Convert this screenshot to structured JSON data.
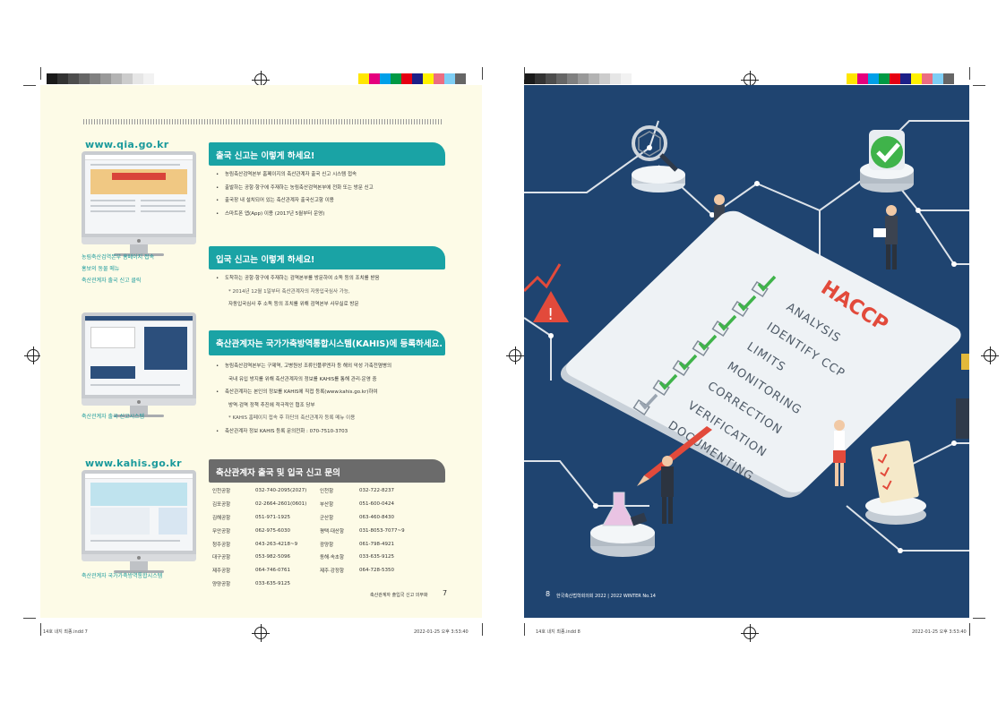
{
  "left_page": {
    "sites": {
      "qia_url": "www.qia.go.kr",
      "kahis_url": "www.kahis.go.kr"
    },
    "captions": {
      "qia": [
        "농림축산검역본부 홈페이지 접속",
        "홍보의 동물 메뉴",
        "축산관계자 출국 신고 클릭"
      ],
      "outbound_system": "축산관계자 출국 신고시스템",
      "kahis": "축산관계자 국가가축방역통합시스템"
    },
    "section1": {
      "title": "출국 신고는 이렇게 하세요!",
      "items": [
        "농림축산검역본부 홈페이지의 축산관계자 출국 신고 시스템 접속",
        "출발하는 공항·항구에 주재하는 농림축산검역본부에 전화 또는 방문 신고",
        "출국장 내 설치되어 있는 축산관계자 출국신고함 이용",
        "스마트폰 앱(App) 이용 (2017년 5월부터 운영)"
      ]
    },
    "section2": {
      "title": "입국 신고는 이렇게 하세요!",
      "item": "도착하는 공항·항구에 주재하는 검역본부를 방문하여 소독 등의 조치를 받음",
      "note": "* 2014년 12월 1일부터 축산관계자의 자동입국심사 가능,",
      "note_cont": "자동입국심사 후 소독 등의 조치를 위해 검역본부 사무실로 방문"
    },
    "section3": {
      "title": "축산관계자는 국가가축방역통합시스템(KAHIS)에 등록하세요.",
      "item1": "농림축산검역본부는 구제역, 고병원성 조류인플루엔자 등 해외 악성 가축전염병의",
      "item1_cont": "국내 유입 방지를 위해 축산관계자의 정보를 KAHIS를 통해 관리·운영 중",
      "item2": "축산관계자는 본인의 정보를 KAHIS에 직접 등록(www.kahis.go.kr)하여",
      "item2_cont": "방역·검역 정책 추진에 적극적인 협조 당부",
      "note": "* KAHIS 홈페이지 접속 후 하단의 축산관계자 등록 메뉴 이용",
      "item3": "축산관계자 정보 KAHIS 등록 문의전화 : 070-7510-3703"
    },
    "section4": {
      "title": "축산관계자 출국 및 입국 신고 문의",
      "rows": [
        [
          "인천공항",
          "032-740-2095(2027)",
          "인천항",
          "032-722-8237"
        ],
        [
          "김포공항",
          "02-2664-2601(0601)",
          "부산항",
          "051-600-0424"
        ],
        [
          "김해공항",
          "051-971-1925",
          "군산항",
          "063-460-8430"
        ],
        [
          "무안공항",
          "062-975-6030",
          "평택·대산항",
          "031-8053-7077~9"
        ],
        [
          "청주공항",
          "043-263-4218~9",
          "광양항",
          "061-798-4921"
        ],
        [
          "대구공항",
          "053-982-5096",
          "동해·속초항",
          "033-635-9125"
        ],
        [
          "제주공항",
          "064-746-0761",
          "제주·강정항",
          "064-728-5350"
        ],
        [
          "양양공항",
          "033-635-9125",
          "",
          ""
        ]
      ]
    },
    "footer": "축산관계자 출입국 신고 의무화",
    "page_number": "7"
  },
  "right_page": {
    "haccp": {
      "title": "HACCP",
      "steps": [
        "ANALYSIS",
        "IDENTIFY CCP",
        "LIMITS",
        "MONITORING",
        "CORRECTION",
        "VERIFICATION",
        "DOCUMENTING"
      ]
    },
    "footer": "한국축산법학회의회 2022 | 2022 WINTER No.14",
    "page_number": "8"
  },
  "slugs": {
    "left": "14호 내지 최종.indd   7",
    "left_date": "2022-01-25   오후 3:53:40",
    "right": "14호 내지 최종.indd   8",
    "right_date": "2022-01-25   오후 3:53:40"
  },
  "colors": {
    "accent_teal": "#1aa3a5",
    "header_gray": "#6b6b6b",
    "navy_background": "#1f4470",
    "haccp_red": "#e24a3b",
    "check_green": "#3fb34a",
    "page_cream": "#fdfbe7"
  },
  "icons": [
    "monitor-icon",
    "registration-mark-icon",
    "checkmark-icon",
    "magnifier-icon",
    "warning-icon",
    "pencil-icon",
    "flask-icon",
    "clipboard-icon"
  ]
}
